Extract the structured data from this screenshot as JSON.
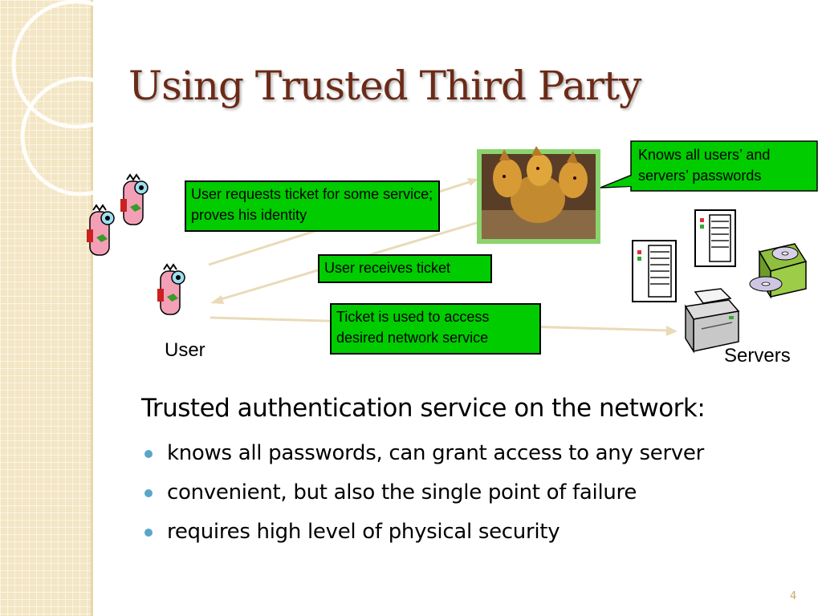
{
  "slide": {
    "title": "Using Trusted Third Party",
    "page_number": "4"
  },
  "diagram": {
    "request_box": "User requests ticket for some service; proves his identity",
    "receive_box": "User receives ticket",
    "access_box": "Ticket is used to access desired network service",
    "callout": "Knows all users’ and servers’ passwords",
    "user_label": "User",
    "servers_label": "Servers",
    "icons": [
      "user-figure-icon",
      "cerberus-image",
      "server-tower-icon",
      "printer-icon",
      "cd-drive-icon"
    ],
    "colors": {
      "box_fill": "#00cc00",
      "title": "#6b2a17",
      "bullet": "#5aa6c8"
    }
  },
  "body": {
    "lead": "Trusted authentication service on the network:",
    "bullets": [
      "knows all passwords, can grant access to any server",
      "convenient, but also the single point of failure",
      "requires high level of physical security"
    ]
  }
}
